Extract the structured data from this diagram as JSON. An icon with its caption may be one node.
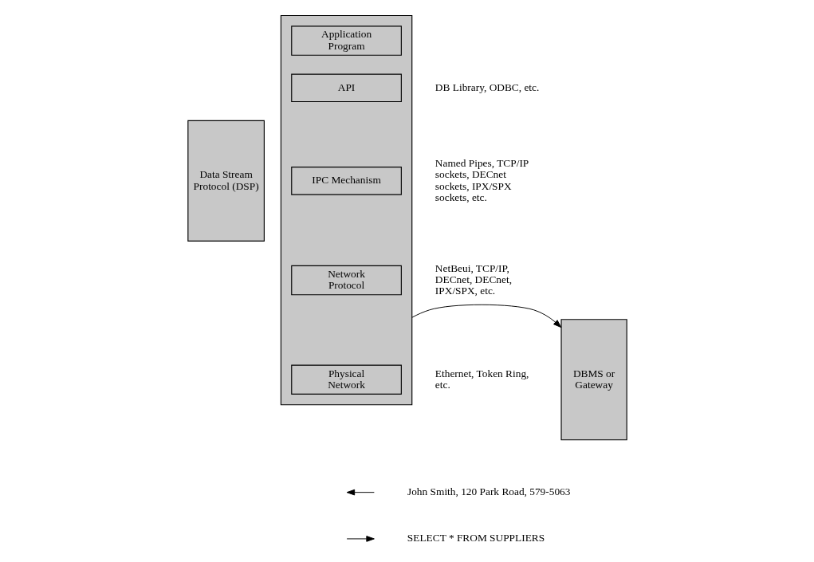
{
  "diagram": {
    "nodes": [
      {
        "text": [
          "Data Stream Protocol (DSP)"
        ]
      },
      {
        "text": [],
        "shape": "box"
      },
      {
        "text": [
          "Application Program"
        ],
        "in": 1
      },
      {
        "text": [
          "API"
        ],
        "in": 1,
        "beside": [
          "DB Library, ODBC, etc."
        ]
      },
      {
        "text": [
          "IPC Mechanism"
        ],
        "in": 1,
        "beside": [
          "Named Pipes, TCP/IP sockets, DECnet sockets, IPX/SPX sockets, etc."
        ]
      },
      {
        "text": [
          "Network Protocol"
        ],
        "in": 1,
        "beside": [
          "NetBeui, TCP/IP, DECnet, DECnet, IPX/SPX, etc."
        ]
      },
      {
        "text": [
          "Physical Network"
        ],
        "in": 1,
        "beside": [
          "Ethernet, Token Ring, etc."
        ]
      },
      {
        "text": [
          "DBMS or Gateway"
        ]
      }
    ],
    "edges": [
      {
        "from": 1,
        "to": 7,
        "arrow": "to"
      }
    ],
    "labels": [
      "John Smith, 120 Park Road, 579-5063",
      "SELECT * FROM SUPPLIERS"
    ]
  }
}
